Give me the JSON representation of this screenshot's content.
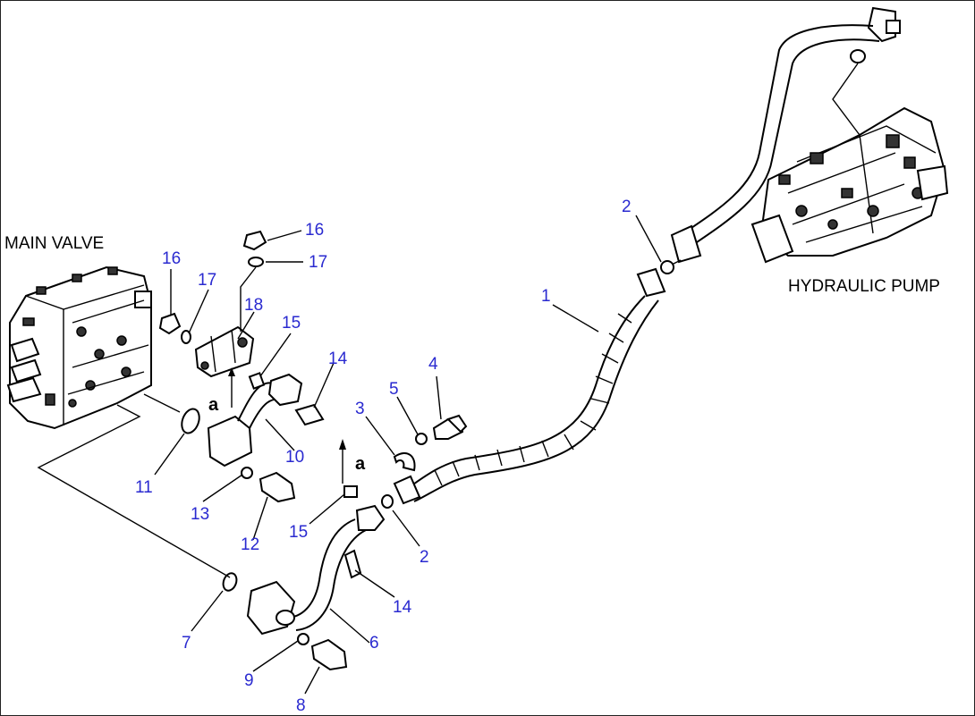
{
  "titles": {
    "main_valve": "MAIN VALVE",
    "hydraulic_pump": "HYDRAULIC PUMP"
  },
  "view_marks": {
    "a_left": "a",
    "a_right": "a"
  },
  "parts": [
    {
      "id": "p1",
      "label": "1"
    },
    {
      "id": "p2a",
      "label": "2"
    },
    {
      "id": "p2b",
      "label": "2"
    },
    {
      "id": "p3",
      "label": "3"
    },
    {
      "id": "p4",
      "label": "4"
    },
    {
      "id": "p5",
      "label": "5"
    },
    {
      "id": "p6",
      "label": "6"
    },
    {
      "id": "p7",
      "label": "7"
    },
    {
      "id": "p8",
      "label": "8"
    },
    {
      "id": "p9",
      "label": "9"
    },
    {
      "id": "p10",
      "label": "10"
    },
    {
      "id": "p11",
      "label": "11"
    },
    {
      "id": "p12",
      "label": "12"
    },
    {
      "id": "p13",
      "label": "13"
    },
    {
      "id": "p14a",
      "label": "14"
    },
    {
      "id": "p14b",
      "label": "14"
    },
    {
      "id": "p15a",
      "label": "15"
    },
    {
      "id": "p15b",
      "label": "15"
    },
    {
      "id": "p16a",
      "label": "16"
    },
    {
      "id": "p16b",
      "label": "16"
    },
    {
      "id": "p17a",
      "label": "17"
    },
    {
      "id": "p17b",
      "label": "17"
    },
    {
      "id": "p18",
      "label": "18"
    }
  ],
  "colors": {
    "label": "#2a2ad0",
    "line": "#000000"
  }
}
